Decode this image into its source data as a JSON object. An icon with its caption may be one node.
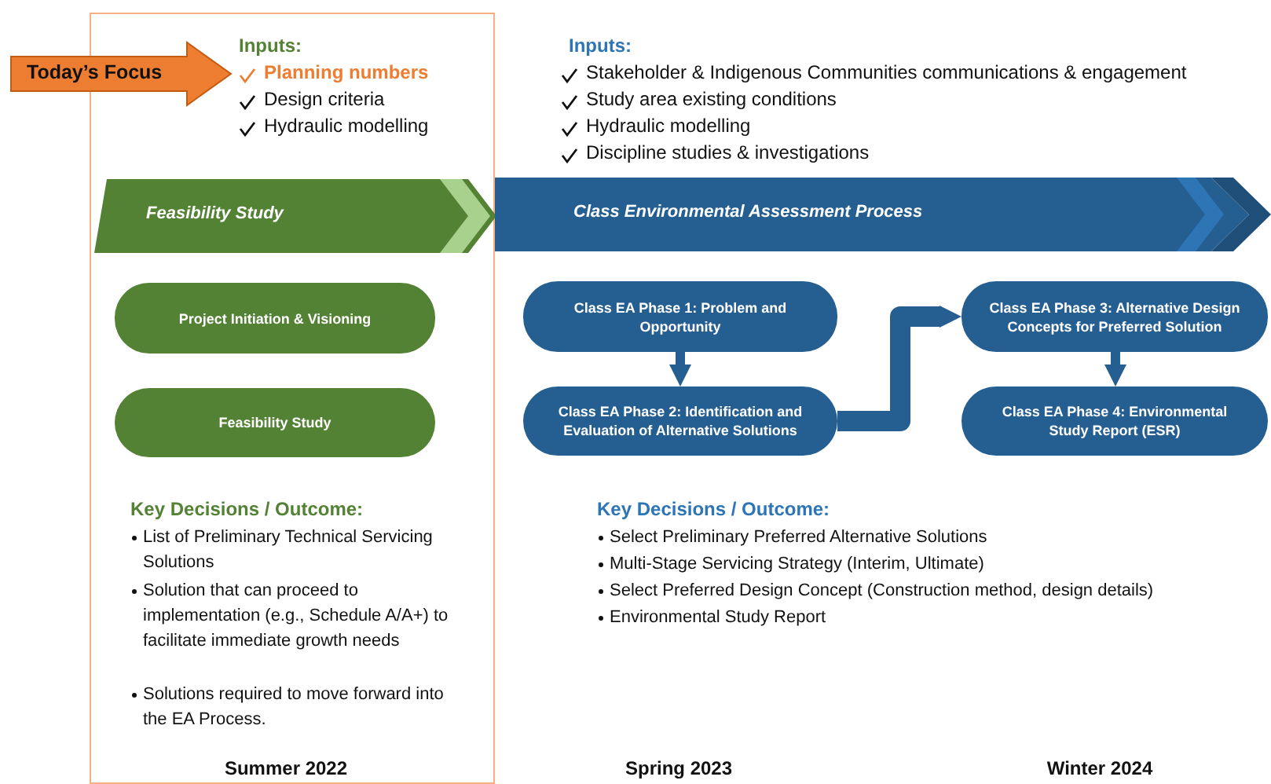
{
  "diagram": {
    "nodes": [
      {
        "text": [
          "Today’s Focus"
        ]
      },
      {
        "text": [],
        "shape": "box"
      },
      {
        "text": [
          "Feasibility Study"
        ],
        "in": 1
      },
      {
        "text": [
          "Class Environmental Assessment Process"
        ]
      },
      {
        "text": [
          "Project Initiation & Visioning"
        ],
        "in": 1
      },
      {
        "text": [
          "Feasibility Study"
        ],
        "in": 1
      },
      {
        "text": [
          "Class EA Phase 1: Problem and Opportunity"
        ]
      },
      {
        "text": [
          "Class EA Phase 2: Identification and Evaluation of Alternative Solutions"
        ]
      },
      {
        "text": [
          "Class EA Phase 3: Alternative Design Concepts for Preferred Solution"
        ]
      },
      {
        "text": [
          "Class EA Phase 4: Environmental Study Report (ESR)"
        ]
      }
    ],
    "edges": [
      {
        "from": 6,
        "to": 7,
        "arrow": "to"
      },
      {
        "from": 7,
        "to": 8,
        "arrow": "to",
        "style": "thick"
      },
      {
        "from": 8,
        "to": 9,
        "arrow": "to"
      }
    ],
    "labels": [
      "Inputs:",
      "Planning numbers",
      "Design criteria",
      "Hydraulic modelling",
      "Inputs:",
      "Stakeholder & Indigenous Communities communications & engagement",
      "Study area existing conditions",
      "Hydraulic modelling",
      "Discipline studies & investigations",
      "Key Decisions / Outcome:",
      "List of Preliminary Technical Servicing Solutions",
      "Solution that can proceed to implementation (e.g., Schedule A/A+) to facilitate immediate growth needs",
      "Solutions required to move forward into the EA Process.",
      "Key Decisions / Outcome:",
      "Select Preliminary Preferred Alternative Solutions",
      "Multi-Stage Servicing Strategy (Interim, Ultimate)",
      "Select Preferred Design Concept (Construction method, design details)",
      "Environmental Study Report",
      "Summer 2022",
      "Spring 2023",
      "Winter 2024"
    ]
  }
}
